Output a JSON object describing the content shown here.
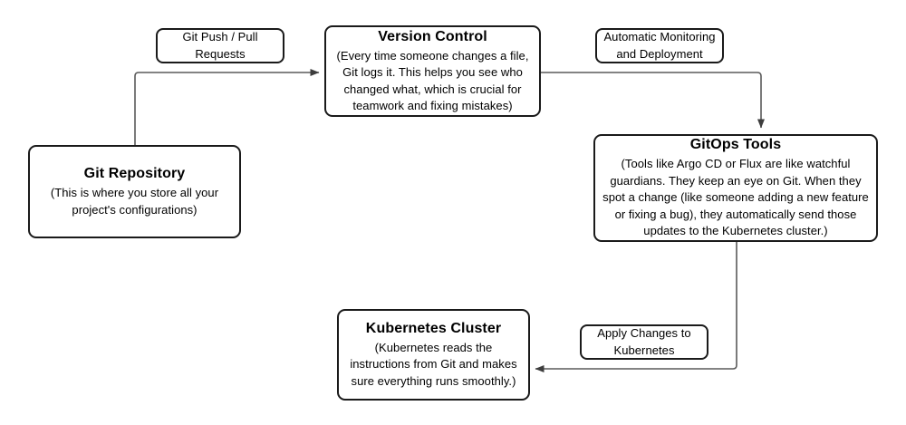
{
  "diagram": {
    "title_visible": false,
    "background": "#ffffff",
    "stroke": "#1a1a1a",
    "edge_stroke": "#5a5a5a",
    "text_color": "#000000",
    "nodes": [
      {
        "id": "git-repository",
        "title": "Git Repository",
        "body": "(This is where you store all your project's configurations)"
      },
      {
        "id": "version-control",
        "title": "Version Control",
        "body": "(Every time someone changes a file, Git logs it. This helps you see who changed what, which is crucial for teamwork and fixing mistakes)"
      },
      {
        "id": "gitops-tools",
        "title": "GitOps Tools",
        "body": "(Tools like Argo CD or Flux are like watchful guardians. They keep an eye on Git. When they spot a change (like someone adding a new feature or fixing a bug), they automatically send those updates to the Kubernetes cluster.)"
      },
      {
        "id": "kubernetes-cluster",
        "title": "Kubernetes Cluster",
        "body": "(Kubernetes reads the instructions from Git and makes sure everything runs smoothly.)"
      }
    ],
    "edges": [
      {
        "id": "git-push-pull-requests",
        "label": "Git Push / Pull\nRequests",
        "from": "git-repository",
        "to": "version-control"
      },
      {
        "id": "automatic-monitoring-and-deployment",
        "label": "Automatic Monitoring\nand Deployment",
        "from": "version-control",
        "to": "gitops-tools"
      },
      {
        "id": "apply-changes-to-kubernetes",
        "label": "Apply Changes  to\nKubernetes",
        "from": "gitops-tools",
        "to": "kubernetes-cluster"
      }
    ]
  }
}
